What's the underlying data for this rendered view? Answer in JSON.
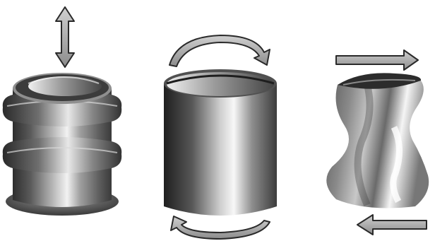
{
  "diagram": {
    "panels": [
      {
        "id": "compression",
        "deformation": "axial-compression",
        "indicator": "double-headed-vertical-arrow"
      },
      {
        "id": "torsion",
        "deformation": "twist",
        "indicator": "curved-rotation-arrows"
      },
      {
        "id": "shear",
        "deformation": "lateral-shear",
        "indicator": "opposing-horizontal-arrows"
      }
    ],
    "colors": {
      "arrow_fill": "#a8a8a8",
      "arrow_stroke": "#2a2a2a",
      "shade_dark": "#3a3a3a",
      "shade_light": "#f4f4f4"
    }
  }
}
